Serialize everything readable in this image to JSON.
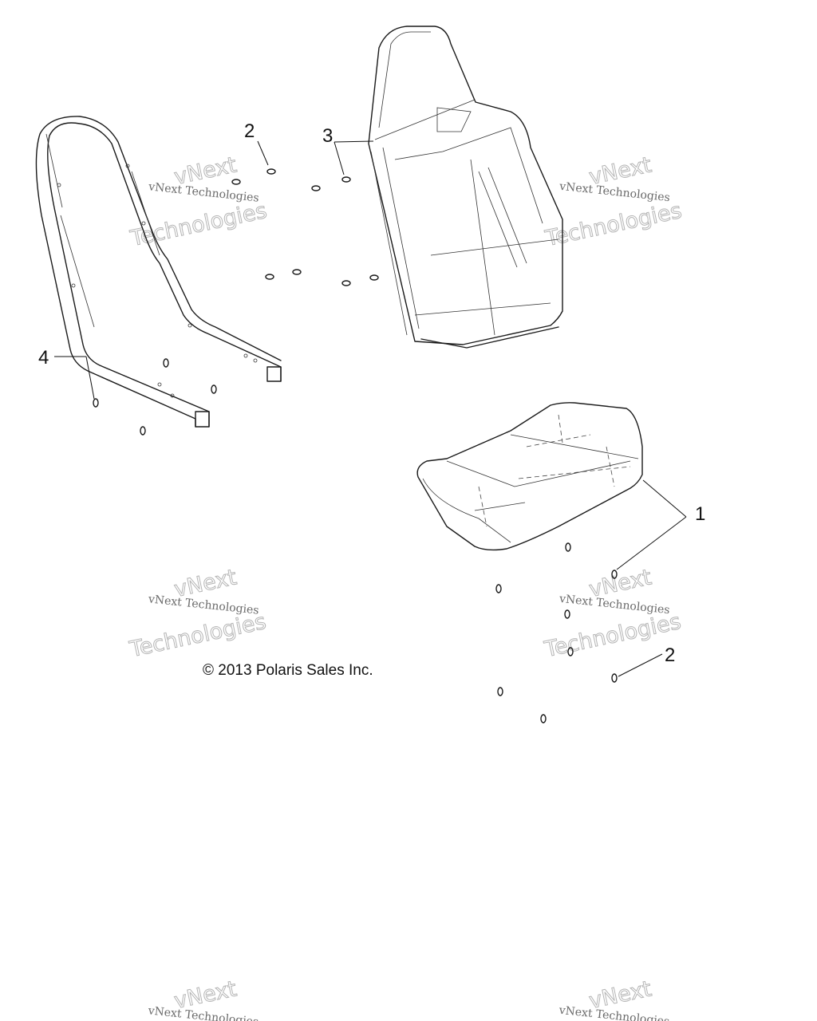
{
  "callouts": {
    "c1": "1",
    "c2_top": "2",
    "c2_bottom": "2",
    "c3": "3",
    "c4": "4"
  },
  "copyright": "© 2013 Polaris Sales Inc.",
  "watermark": {
    "company": "vNext Technologies",
    "brand_line1": "vNext",
    "brand_line2": "Technologies"
  }
}
